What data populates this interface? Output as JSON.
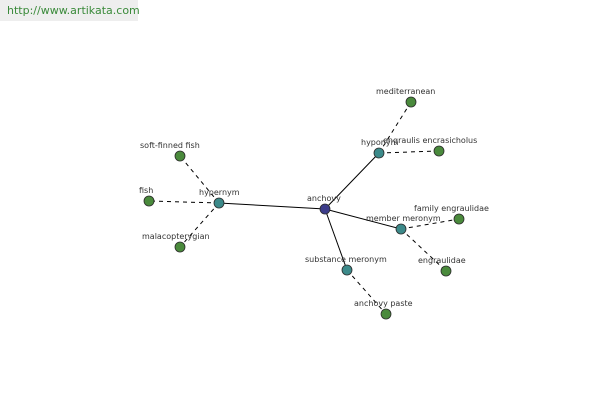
{
  "header": {
    "url": "http://www.artikata.com"
  },
  "colors": {
    "center": "#3c3c8a",
    "relation": "#3c8a8a",
    "leaf": "#4a8a3c",
    "edge": "#000000",
    "url_text": "#3a8a3a"
  },
  "graph": {
    "center": {
      "id": "anchovy",
      "label": "anchovy"
    },
    "relations": [
      {
        "id": "hypernym",
        "label": "hypernym",
        "leaves": [
          {
            "id": "soft-finned-fish",
            "label": "soft-finned fish"
          },
          {
            "id": "fish",
            "label": "fish"
          },
          {
            "id": "malacopterygian",
            "label": "malacopterygian"
          }
        ]
      },
      {
        "id": "hyponym",
        "label": "hyponym",
        "leaves": [
          {
            "id": "mediterranean",
            "label": "mediterranean"
          },
          {
            "id": "engraulis-encrasicholus",
            "label": "engraulis encrasicholus"
          }
        ]
      },
      {
        "id": "member-meronym",
        "label": "member meronym",
        "leaves": [
          {
            "id": "family-engraulidae",
            "label": "family engraulidae"
          },
          {
            "id": "engraulidae",
            "label": "engraulidae"
          }
        ]
      },
      {
        "id": "substance-meronym",
        "label": "substance meronym",
        "leaves": [
          {
            "id": "anchovy-paste",
            "label": "anchovy paste"
          }
        ]
      }
    ]
  }
}
